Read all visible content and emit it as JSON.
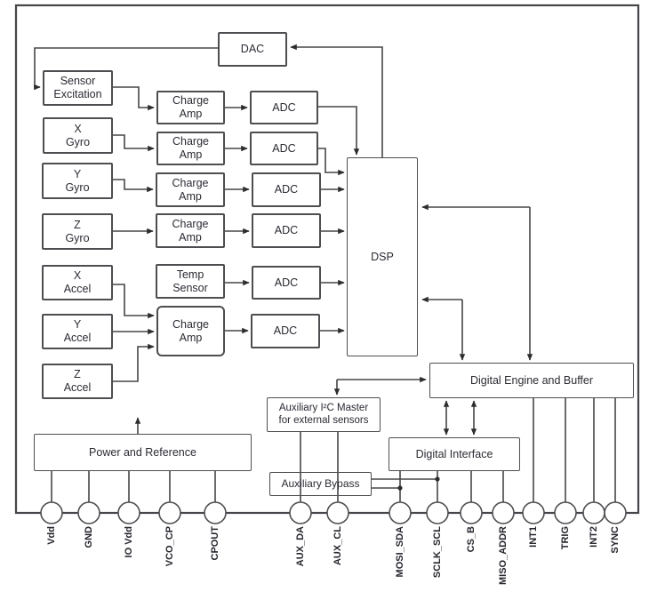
{
  "figure": {
    "description": "IMU sensor block diagram",
    "colors": {
      "background": "#ffffff",
      "line": "#46464a",
      "text": "#2a2a33"
    }
  },
  "blocks": {
    "dac": {
      "label": "DAC"
    },
    "sensor_excitation": {
      "label": "Sensor\nExcitation"
    },
    "x_gyro": {
      "label": "X\nGyro"
    },
    "y_gyro": {
      "label": "Y\nGyro"
    },
    "z_gyro": {
      "label": "Z\nGyro"
    },
    "x_accel": {
      "label": "X\nAccel"
    },
    "y_accel": {
      "label": "Y\nAccel"
    },
    "z_accel": {
      "label": "Z\nAccel"
    },
    "charge_amp1": {
      "label": "Charge\nAmp"
    },
    "charge_amp2": {
      "label": "Charge\nAmp"
    },
    "charge_amp3": {
      "label": "Charge\nAmp"
    },
    "charge_amp4": {
      "label": "Charge\nAmp"
    },
    "temp_sensor": {
      "label": "Temp\nSensor"
    },
    "charge_amp5": {
      "label": "Charge\nAmp"
    },
    "adc1": {
      "label": "ADC"
    },
    "adc2": {
      "label": "ADC"
    },
    "adc3": {
      "label": "ADC"
    },
    "adc4": {
      "label": "ADC"
    },
    "adc5": {
      "label": "ADC"
    },
    "adc6": {
      "label": "ADC"
    },
    "dsp": {
      "label": "DSP"
    },
    "digital_engine": {
      "label": "Digital Engine and Buffer"
    },
    "aux_i2c": {
      "label": "Auxiliary I²C Master\nfor external sensors"
    },
    "digital_interface": {
      "label": "Digital Interface"
    },
    "aux_bypass": {
      "label": "Auxiliary Bypass"
    },
    "power_reference": {
      "label": "Power and Reference"
    }
  },
  "pins": [
    {
      "label": "Vdd"
    },
    {
      "label": "GND"
    },
    {
      "label": "IO Vdd"
    },
    {
      "label": "VCO_CP"
    },
    {
      "label": "CPOUT"
    },
    {
      "label": "AUX_DA"
    },
    {
      "label": "AUX_CL"
    },
    {
      "label": "MOSI_SDA"
    },
    {
      "label": "SCLK_SCL"
    },
    {
      "label": "CS_B"
    },
    {
      "label": "MISO_ADDR"
    },
    {
      "label": "INT1"
    },
    {
      "label": "TRIG"
    },
    {
      "label": "INT2"
    },
    {
      "label": "SYNC"
    }
  ]
}
